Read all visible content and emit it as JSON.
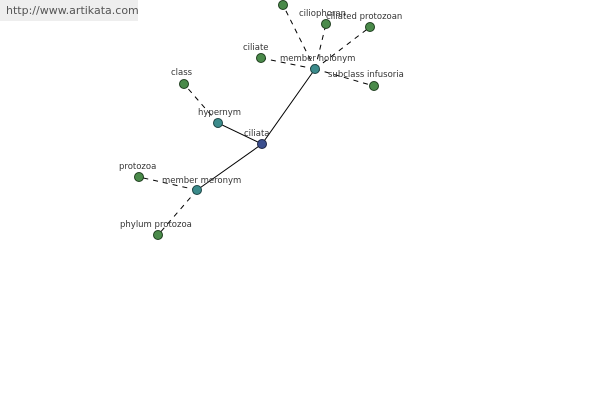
{
  "banner": {
    "url": "http://www.artikata.com"
  },
  "graph": {
    "center": "ciliata",
    "relations": {
      "hypernym": "hypernym",
      "member_holonym": "member holonym",
      "member_meronym": "member meronym"
    },
    "leaves": {
      "class": "class",
      "ciliate": "ciliate",
      "ciliophoran": "ciliophoran",
      "ciliated_protozoan": "ciliated protozoan",
      "subclass_infusoria": "subclass infusoria",
      "protozoa": "protozoa",
      "phylum_protozoa": "phylum protozoa"
    }
  },
  "colors": {
    "leaf_node": "#4a8a4a",
    "relation_node": "#3b8b8b",
    "center_node": "#3b4f8f"
  }
}
